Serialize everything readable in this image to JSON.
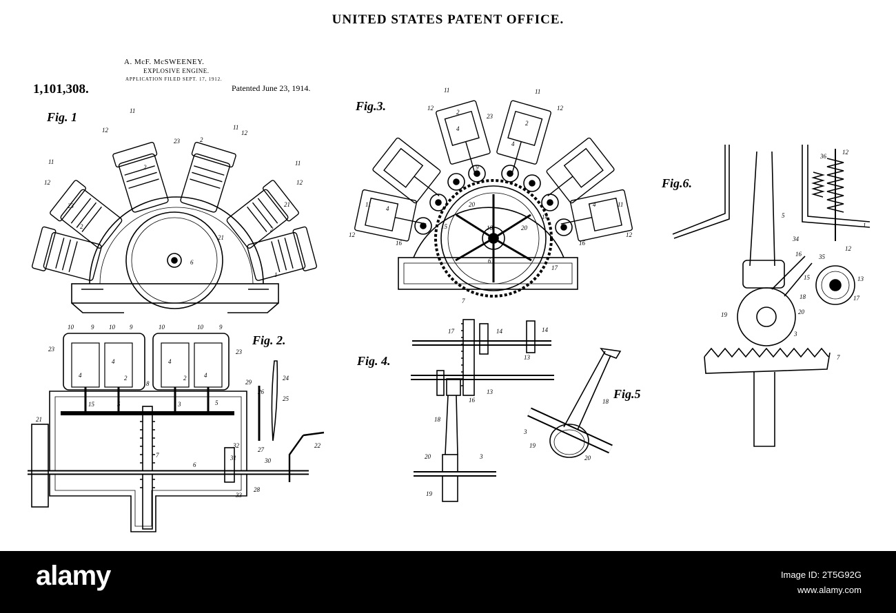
{
  "document": {
    "office": "UNITED STATES PATENT OFFICE.",
    "inventor": "A. McF. McSWEENEY.",
    "subject": "EXPLOSIVE ENGINE.",
    "filed": "APPLICATION FILED SEPT. 17, 1912.",
    "patent_number": "1,101,308.",
    "patented": "Patented June 23, 1914."
  },
  "figures": {
    "fig1": "Fig. 1",
    "fig2": "Fig. 2.",
    "fig3": "Fig.3.",
    "fig4": "Fig. 4.",
    "fig5": "Fig.5",
    "fig6": "Fig.6."
  },
  "reference_numerals": {
    "n1": "1",
    "n2": "2",
    "n3": "3",
    "n4": "4",
    "n5": "5",
    "n6": "6",
    "n7": "7",
    "n8": "8",
    "n9": "9",
    "n10": "10",
    "n11": "11",
    "n12": "12",
    "n13": "13",
    "n14": "14",
    "n15": "15",
    "n16": "16",
    "n17": "17",
    "n18": "18",
    "n19": "19",
    "n20": "20",
    "n21": "21",
    "n22": "22",
    "n23": "23",
    "n24": "24",
    "n25": "25",
    "n26": "26",
    "n27": "27",
    "n28": "28",
    "n29": "29",
    "n30": "30",
    "n31": "31",
    "n32": "32",
    "n33": "33",
    "n34": "34",
    "n35": "35",
    "n36": "36"
  },
  "watermark": {
    "logo_text": "alamy",
    "image_id_label": "Image ID: 2T5G92G",
    "site": "www.alamy.com"
  }
}
